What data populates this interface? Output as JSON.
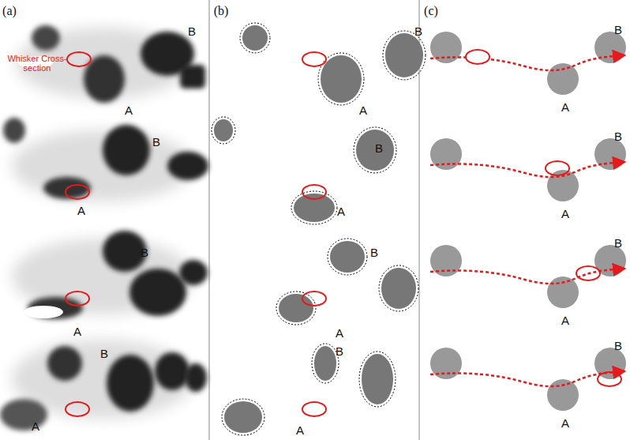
{
  "diagram": {
    "labels": [
      "(a)",
      "(b)",
      "(c)",
      "B",
      "Whisker Cross-section",
      "A",
      "B",
      "A",
      "B",
      "A",
      "B",
      "A",
      "B",
      "A",
      "B",
      "A",
      "B",
      "A",
      "B",
      "A",
      "B",
      "A",
      "B",
      "A",
      "B",
      "A",
      "B",
      "A"
    ]
  }
}
